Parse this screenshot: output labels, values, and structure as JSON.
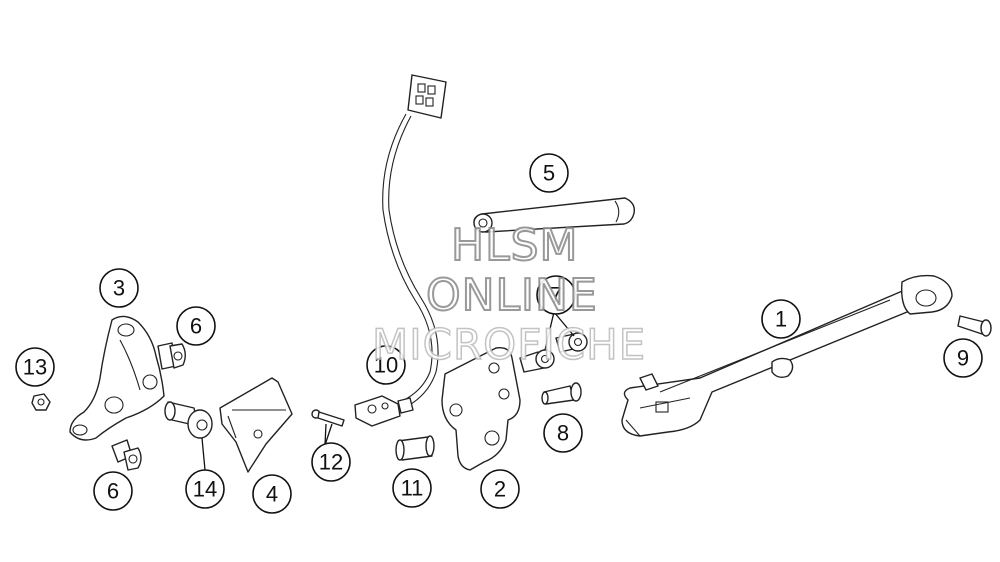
{
  "callouts": [
    {
      "id": "1",
      "label": "1"
    },
    {
      "id": "2",
      "label": "2"
    },
    {
      "id": "3",
      "label": "3"
    },
    {
      "id": "4",
      "label": "4"
    },
    {
      "id": "5",
      "label": "5"
    },
    {
      "id": "6a",
      "label": "6"
    },
    {
      "id": "6b",
      "label": "6"
    },
    {
      "id": "7",
      "label": "7"
    },
    {
      "id": "8",
      "label": "8"
    },
    {
      "id": "9",
      "label": "9"
    },
    {
      "id": "10",
      "label": "10"
    },
    {
      "id": "11",
      "label": "11"
    },
    {
      "id": "12",
      "label": "12"
    },
    {
      "id": "13",
      "label": "13"
    },
    {
      "id": "14",
      "label": "14"
    }
  ],
  "watermark": {
    "line1": "HLSM",
    "line2": "ONLINE",
    "line3": "MICROFICHE"
  },
  "colors": {
    "line": "#222222",
    "watermark_stroke": "#8f8f8f",
    "background": "#ffffff"
  }
}
